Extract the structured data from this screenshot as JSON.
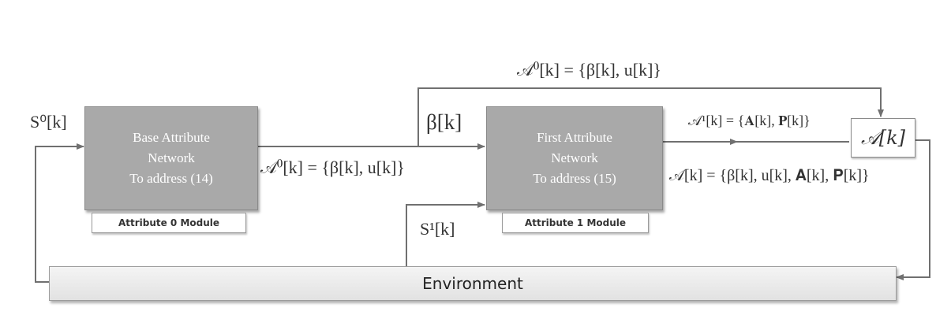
{
  "blocks": {
    "base": {
      "line1": "Base Attribute",
      "line2": "Network",
      "line3": "To address (14)",
      "module": "Attribute 0 Module"
    },
    "first": {
      "line1": "First Attribute",
      "line2": "Network",
      "line3": "To address (15)",
      "module": "Attribute 1 Module"
    }
  },
  "environment": "Environment",
  "output_box": "𝒜[k]",
  "labels": {
    "s0": "S⁰[k]",
    "s1": "S¹[k]",
    "beta": "β[k]",
    "a0_top": "𝒜⁰[k] = {β[k], u[k]}",
    "a0_mid": "𝒜⁰[k] = {β[k], u[k]}",
    "a1": "𝒜¹[k] = {𝐀[k], 𝐏[k]}",
    "a_full": "𝒜[k] = {β[k], u[k], 𝐀[k], 𝐏[k]}"
  },
  "colors": {
    "block_fill": "#a9a9a9",
    "wire": "#707070"
  }
}
